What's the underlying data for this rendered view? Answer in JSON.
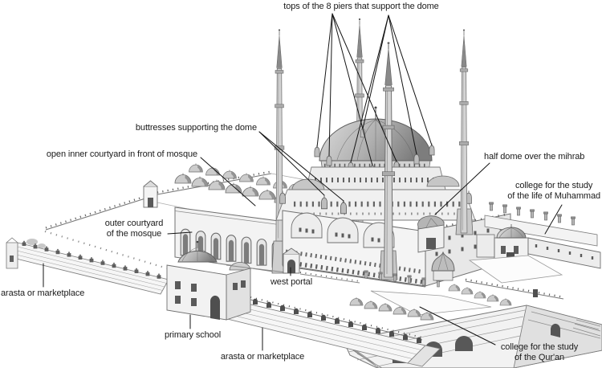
{
  "figure": {
    "subject_labels": {
      "piers": "tops of the 8 piers that support the dome",
      "buttresses": "buttresses supporting the dome",
      "inner_courtyard": "open inner courtyard in front of mosque",
      "half_dome": "half dome over the mihrab",
      "college_muhammad_line1": "college for the study",
      "college_muhammad_line2": "of the life of Muhammad",
      "outer_courtyard_line1": "outer courtyard",
      "outer_courtyard_line2": "of the mosque",
      "arasta_left": "arasta or marketplace",
      "west_portal": "west portal",
      "primary_school": "primary school",
      "arasta_bottom": "arasta or marketplace",
      "college_quran_line1": "college for the study",
      "college_quran_line2": "of the Qur'an"
    },
    "colors": {
      "ink": "#1a1a1a",
      "pencil_line": "#666666",
      "paper": "#ffffff"
    }
  }
}
